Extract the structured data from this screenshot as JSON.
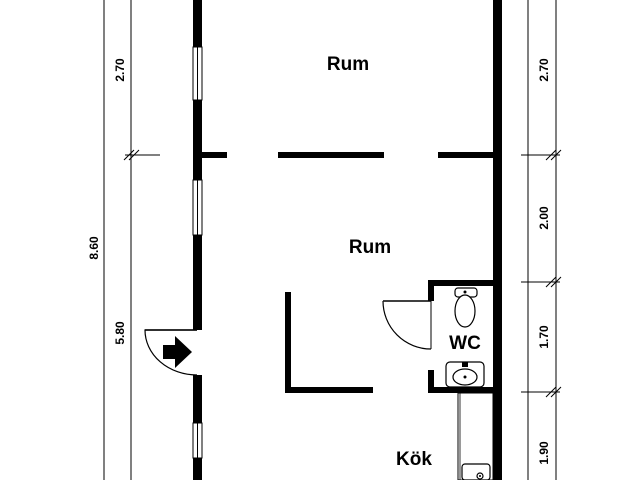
{
  "rooms": {
    "rum_upper": "Rum",
    "rum_lower": "Rum",
    "wc": "WC",
    "kok": "Kök"
  },
  "dimensions": {
    "left_top": "2.70",
    "left_total": "8.60",
    "left_bottom": "5.80",
    "right_1": "2.70",
    "right_2": "2.00",
    "right_3": "1.70",
    "right_4": "1.90"
  },
  "icons": {
    "entrance": "entrance-arrow-icon"
  },
  "colors": {
    "wall": "#000000",
    "background": "#ffffff"
  }
}
